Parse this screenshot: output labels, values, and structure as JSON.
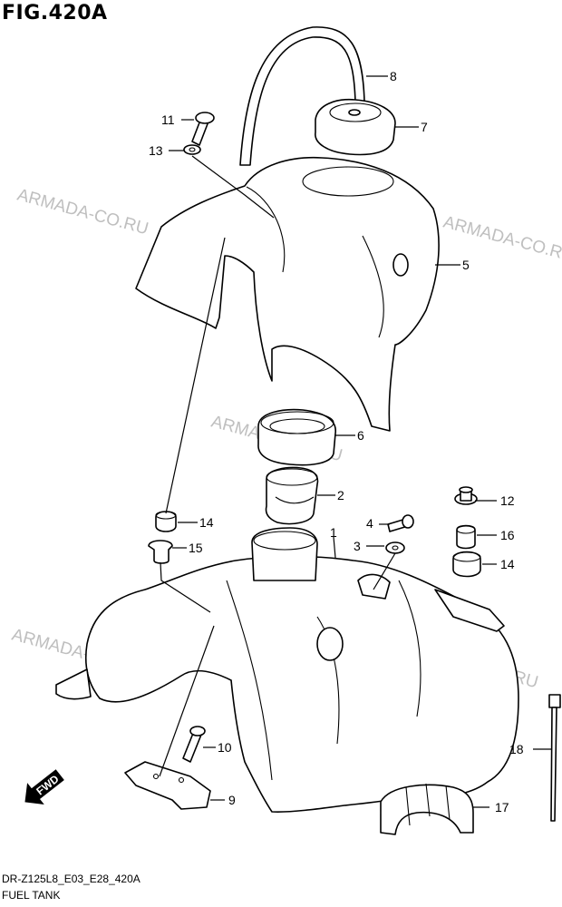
{
  "figure": {
    "title": "FIG.420A",
    "code": "DR-Z125L8_E03_E28_420A",
    "name": "FUEL TANK"
  },
  "watermark": "ARMADA-CO.RU",
  "forward_badge": "FWD",
  "callouts": [
    "1",
    "2",
    "3",
    "4",
    "5",
    "6",
    "7",
    "8",
    "9",
    "10",
    "11",
    "12",
    "13",
    "14",
    "14",
    "15",
    "16",
    "17",
    "18"
  ]
}
